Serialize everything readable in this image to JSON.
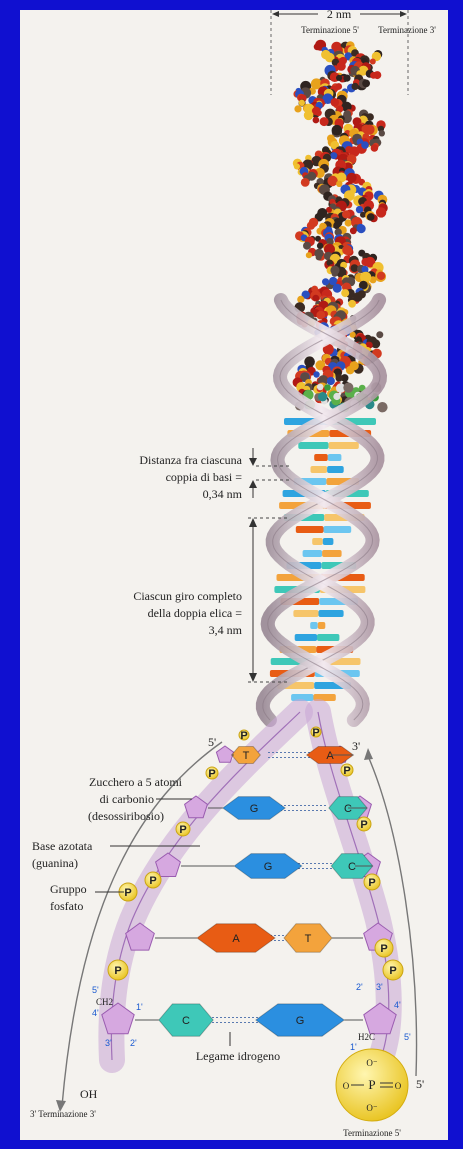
{
  "top_width": "2 nm",
  "top_end_left": "Terminazione 5'",
  "top_end_right": "Terminazione 3'",
  "spacing_label": [
    "Distanza fra ciascuna",
    "coppia di basi =",
    "0,34 nm"
  ],
  "turn_label": [
    "Ciascun giro completo",
    "della doppia elica =",
    "3,4 nm"
  ],
  "sugar_label": [
    "Zucchero a 5 atomi",
    "di carbonio",
    "(desossiribosio)"
  ],
  "base_label": [
    "Base azotata",
    "(guanina)"
  ],
  "phosphate_label": [
    "Gruppo",
    "fosfato"
  ],
  "hbond_label": "Legame idrogeno",
  "end_bottom_left": "3' Terminazione 3'",
  "end_bottom_right": "Terminazione 5'",
  "oh_label": "OH",
  "ch2_label": "CH2",
  "h2c_label": "H2C",
  "strand_left_top": "5'",
  "strand_right_top": "3'",
  "strand_right_bottom": "5'",
  "phosphate_letter": "P",
  "pairs": [
    {
      "left": "T",
      "right": "A"
    },
    {
      "left": "G",
      "right": "C"
    },
    {
      "left": "G",
      "right": "C"
    },
    {
      "left": "A",
      "right": "T"
    },
    {
      "left": "C",
      "right": "G"
    }
  ],
  "carbon_numbers": [
    "5'",
    "4'",
    "3'",
    "2'",
    "1'"
  ],
  "colors": {
    "background": "#1010d0",
    "panel": "#f4f2ee",
    "backbone": "#c8a6d6",
    "sugar": "#d6a8e0",
    "phosphate": "#f2d23a",
    "A": "#e85c14",
    "T": "#f3a33c",
    "G": "#2b8fe0",
    "C": "#3ec8b8"
  }
}
